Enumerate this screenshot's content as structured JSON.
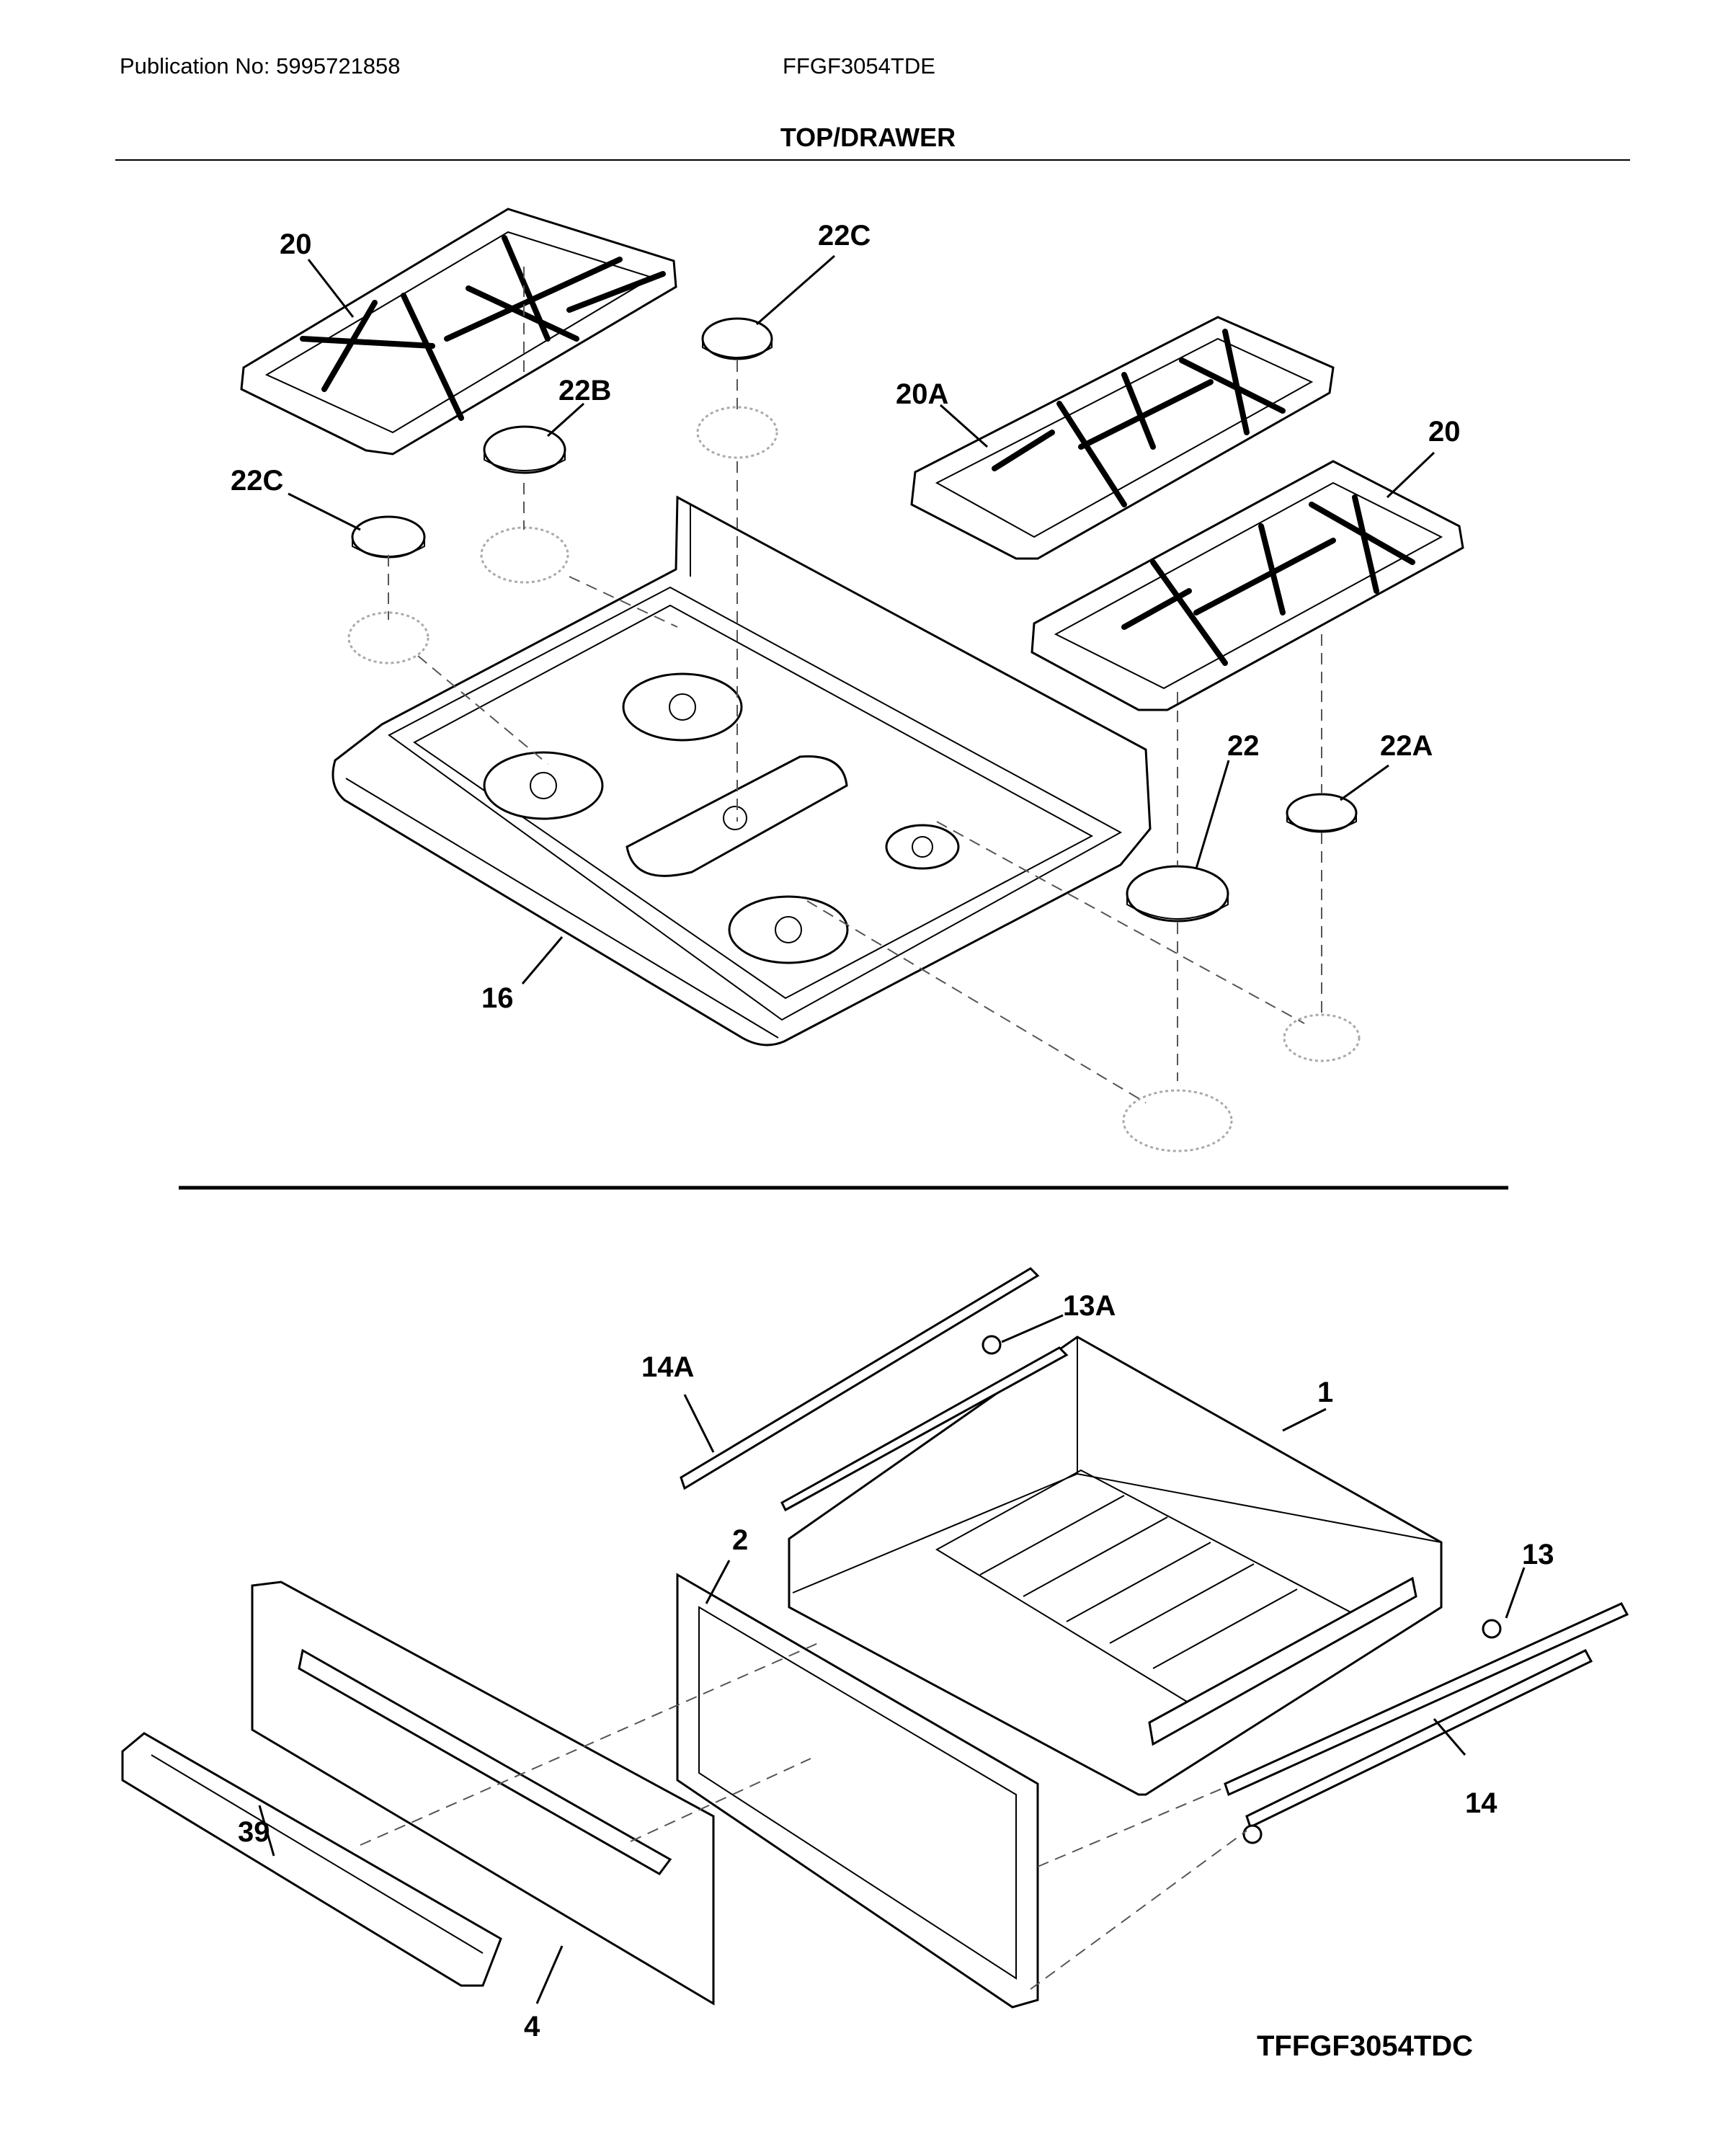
{
  "header": {
    "publication": "Publication No: 5995721858",
    "model": "FFGF3054TDE",
    "section_title": "TOP/DRAWER"
  },
  "footer": {
    "image_code": "TFFGF3054TDC"
  },
  "callouts": {
    "grate_left": "20",
    "grate_right": "20",
    "grate_center": "20A",
    "cap_22c_top": "22C",
    "cap_22c_left": "22C",
    "cap_22b": "22B",
    "cap_22": "22",
    "cap_22a": "22A",
    "cooktop": "16",
    "slide_left": "14A",
    "roller_left": "13A",
    "drawer_body": "1",
    "drawer_front_inner": "2",
    "roller_right": "13",
    "slide_right": "14",
    "handle": "39",
    "drawer_panel": "4"
  }
}
